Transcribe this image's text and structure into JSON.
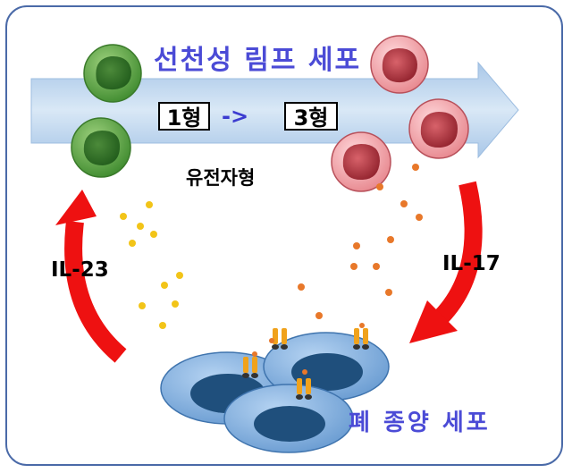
{
  "labels": {
    "innate_lymphoid_cells": "선천성 림프 세포",
    "type1": "1형",
    "arrow": "->",
    "type3": "3형",
    "genotype": "유전자형",
    "il23": "IL-23",
    "il17": "IL-17",
    "lung_tumor_cells": "폐 종양 세포"
  },
  "colors": {
    "frame": "#4a6aa8",
    "title_text": "#4b4bd6",
    "band": "#bcd5ee",
    "green_cell": "#5fae47",
    "red_cell": "#d9535c",
    "curved_arrow": "#ee1111",
    "il23_dots": "#f2c418",
    "il17_dots": "#e8782a",
    "tumor_cell": "#7faedf",
    "tumor_nucleus": "#1f4f7c"
  },
  "icons": {
    "cell_type1": "green-lymphoid-cell-icon",
    "cell_type3": "red-lymphoid-cell-icon",
    "receptor": "receptor-icon",
    "tumor": "tumor-cell-icon"
  }
}
